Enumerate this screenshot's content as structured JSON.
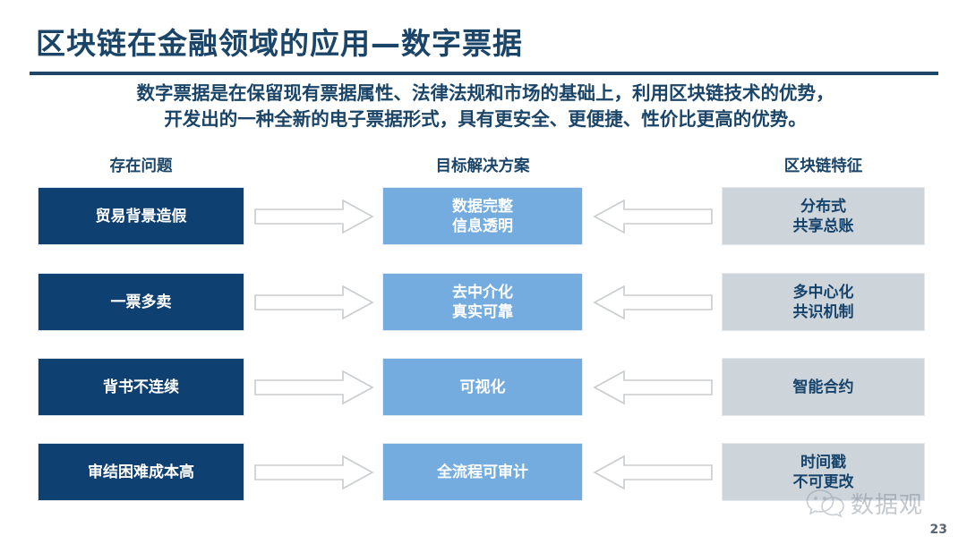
{
  "slide": {
    "title": "区块链在金融领域的应用—数字票据",
    "subtitle_lines": [
      "数字票据是在保留现有票据属性、法律法规和市场的基础上，利用区块链技术的优势，",
      "开发出的一种全新的电子票据形式，具有更安全、更便捷、性价比更高的优势。"
    ],
    "page_number": "23"
  },
  "columns": [
    {
      "label": "存在问题"
    },
    {
      "label": "目标解决方案"
    },
    {
      "label": "区块链特征"
    }
  ],
  "rows": [
    {
      "problem_lines": [
        "贸易背景造假"
      ],
      "solution_lines": [
        "数据完整",
        "信息透明"
      ],
      "feature_lines": [
        "分布式",
        "共享总账"
      ],
      "arrow_right": "arrow-right-icon",
      "arrow_left": "arrow-left-icon"
    },
    {
      "problem_lines": [
        "一票多卖"
      ],
      "solution_lines": [
        "去中介化",
        "真实可靠"
      ],
      "feature_lines": [
        "多中心化",
        "共识机制"
      ],
      "arrow_right": "arrow-right-icon",
      "arrow_left": "arrow-left-icon"
    },
    {
      "problem_lines": [
        "背书不连续"
      ],
      "solution_lines": [
        "可视化"
      ],
      "feature_lines": [
        "智能合约"
      ],
      "arrow_right": "arrow-right-icon",
      "arrow_left": "arrow-left-icon"
    },
    {
      "problem_lines": [
        "审结困难成本高"
      ],
      "solution_lines": [
        "全流程可审计"
      ],
      "feature_lines": [
        "时间戳",
        "不可更改"
      ],
      "arrow_right": "arrow-right-icon",
      "arrow_left": "arrow-left-icon"
    }
  ],
  "watermark": {
    "text": "数据观",
    "icon": "wechat-icon"
  },
  "colors": {
    "title": "#1b4568",
    "problem_box": "#0f4072",
    "solution_box": "#74ace0",
    "feature_box": "#ced5da",
    "divider": "#1e4666",
    "arrow_stroke": "#c8ccce"
  }
}
